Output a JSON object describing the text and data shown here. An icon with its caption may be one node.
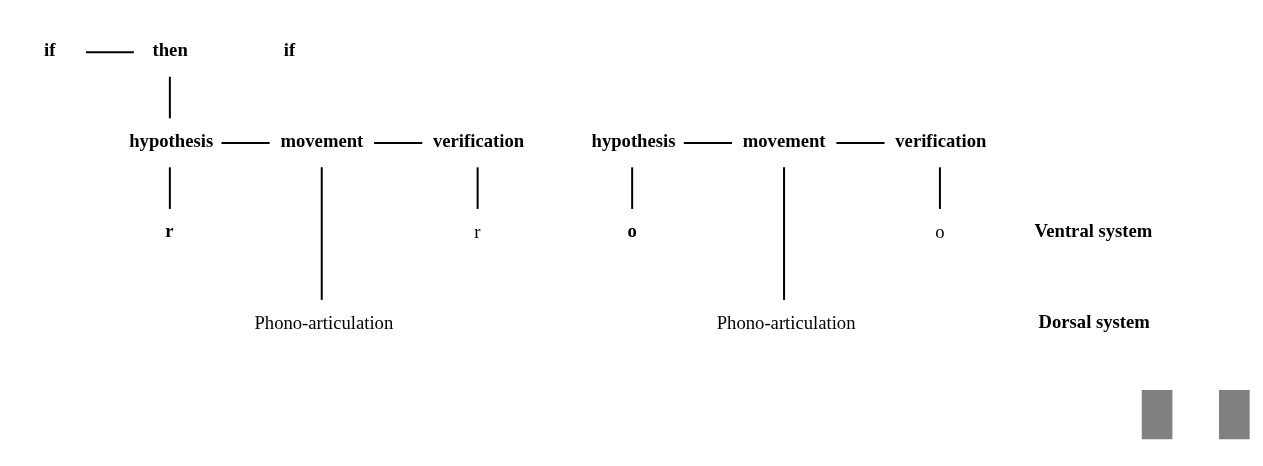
{
  "diagram": {
    "nodes": [
      {
        "text": [
          "if"
        ]
      },
      {
        "text": [
          "then"
        ]
      },
      {
        "text": [
          "if"
        ]
      },
      {
        "text": [
          "hypothesis"
        ]
      },
      {
        "text": [
          "movement"
        ]
      },
      {
        "text": [
          "verification"
        ]
      },
      {
        "text": [
          "hypothesis"
        ]
      },
      {
        "text": [
          "movement"
        ]
      },
      {
        "text": [
          "verification"
        ]
      },
      {
        "text": [
          "o"
        ]
      },
      {
        "text": [
          "o"
        ]
      },
      {
        "text": [
          "r"
        ]
      },
      {
        "text": [
          "r"
        ]
      },
      {
        "text": [
          "Phono-articulation"
        ]
      },
      {
        "text": [
          "Phono-articulation"
        ]
      },
      {
        "text": [],
        "shape": "bar"
      },
      {
        "text": [],
        "shape": "bar"
      }
    ],
    "edges": [
      {
        "from": 0,
        "to": 1,
        "arrow": "none"
      },
      {
        "from": 1,
        "to": 6,
        "arrow": "none"
      },
      {
        "from": 3,
        "to": 4,
        "arrow": "none"
      },
      {
        "from": 4,
        "to": 5,
        "arrow": "none"
      },
      {
        "from": 6,
        "to": 7,
        "arrow": "none"
      },
      {
        "from": 7,
        "to": 8,
        "arrow": "none"
      },
      {
        "from": 3,
        "to": 9,
        "arrow": "none"
      },
      {
        "from": 4,
        "to": 13,
        "arrow": "none"
      },
      {
        "from": 5,
        "to": 10,
        "arrow": "none"
      },
      {
        "from": 6,
        "to": 11,
        "arrow": "none"
      },
      {
        "from": 7,
        "to": 14,
        "arrow": "none"
      },
      {
        "from": 8,
        "to": 12,
        "arrow": "none"
      }
    ],
    "labels": [
      "Ventral system",
      "Dorsal system"
    ]
  }
}
